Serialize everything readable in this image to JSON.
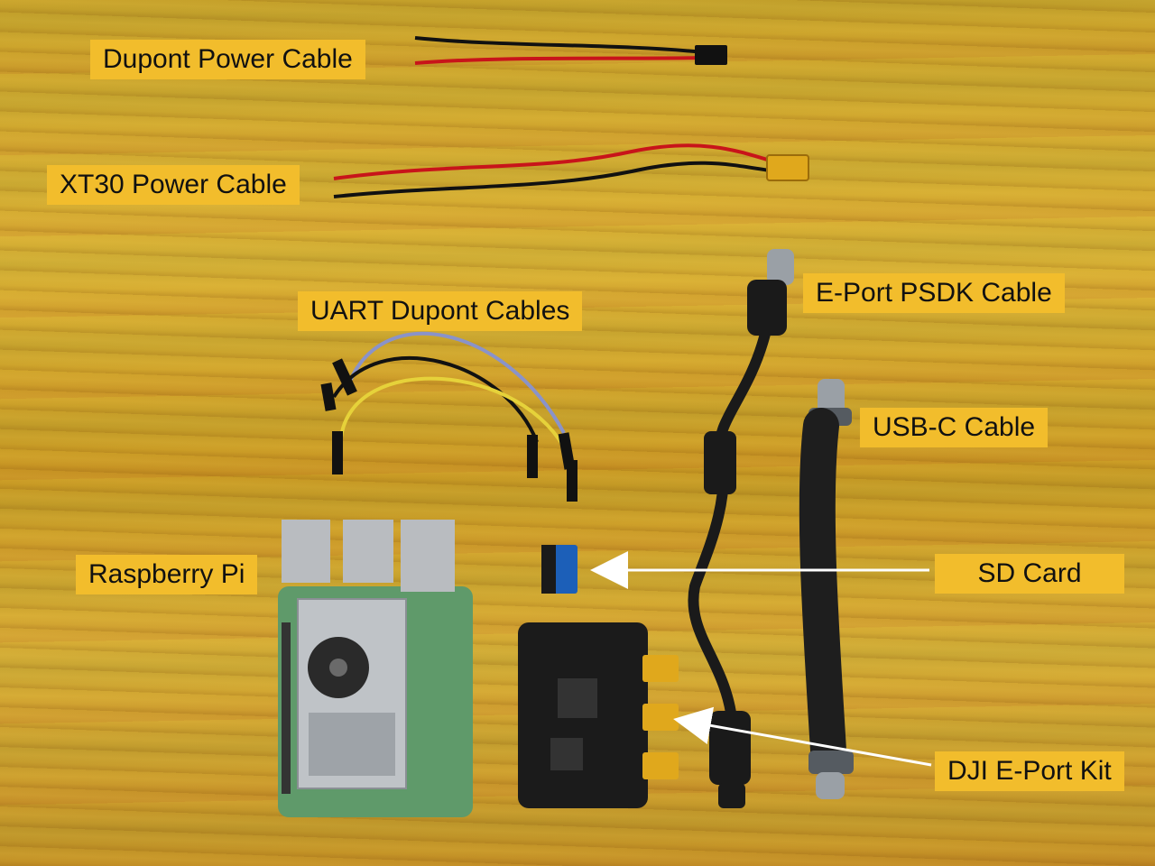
{
  "labels": {
    "dupont_power_cable": "Dupont Power Cable",
    "xt30_power_cable": "XT30 Power Cable",
    "uart_dupont_cables": "UART Dupont Cables",
    "eport_psdk_cable": "E-Port PSDK Cable",
    "usbc_cable": "USB-C Cable",
    "raspberry_pi": "Raspberry Pi",
    "sd_card": "SD Card",
    "dji_eport_kit": "DJI E-Port Kit"
  },
  "colors": {
    "label_background": "#f2bd2c",
    "label_text": "#111111",
    "wire_red": "#c8141a",
    "wire_black": "#111111",
    "connector_yellow": "#e0a81c",
    "pcb_green": "#5f9a6a",
    "sd_blue": "#1c5fb8"
  }
}
